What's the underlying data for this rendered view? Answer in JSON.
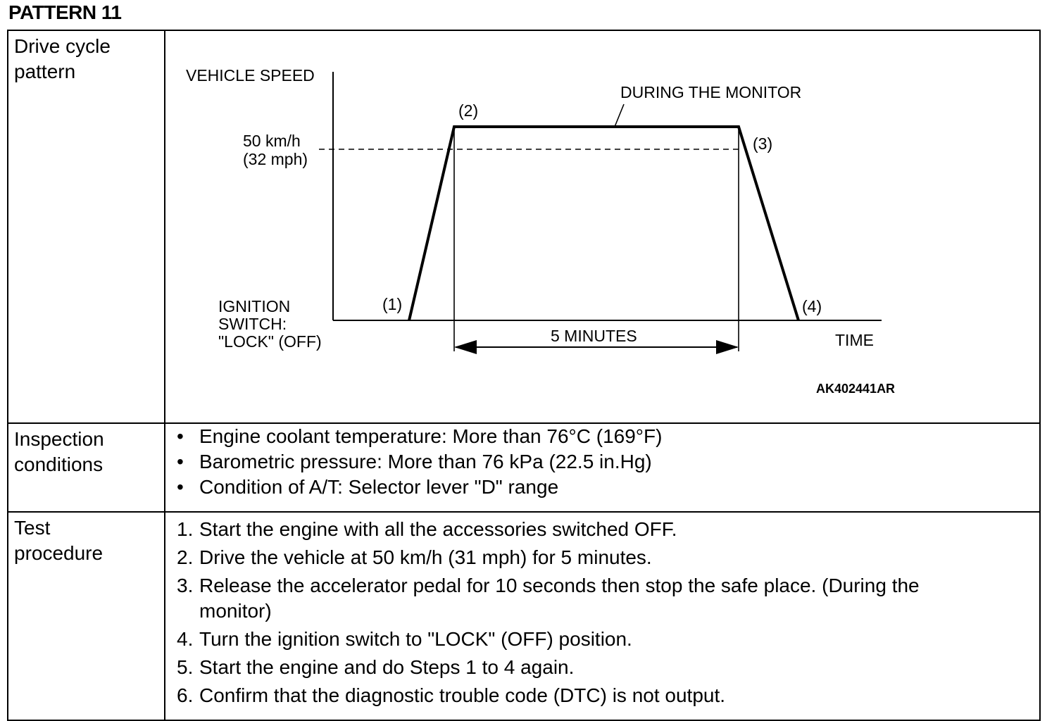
{
  "header": {
    "title": "PATTERN 11"
  },
  "rows": {
    "diagram": {
      "label": "Drive cycle\npattern"
    },
    "conditions": {
      "label": "Inspection\nconditions",
      "items": [
        "Engine coolant temperature: More than 76°C (169°F)",
        "Barometric pressure: More than 76 kPa (22.5 in.Hg)",
        "Condition of A/T: Selector lever \"D\" range"
      ]
    },
    "procedure": {
      "label": "Test\nprocedure",
      "steps": [
        {
          "num": "1.",
          "text": "Start the engine with all the accessories switched OFF."
        },
        {
          "num": "2.",
          "text": "Drive the vehicle at 50 km/h (31 mph) for 5 minutes."
        },
        {
          "num": "3.",
          "text": "Release the accelerator pedal for 10 seconds then stop the safe place. (During the monitor)"
        },
        {
          "num": "4.",
          "text": "Turn the ignition switch to \"LOCK\" (OFF) position."
        },
        {
          "num": "5.",
          "text": "Start the engine and do Steps 1 to 4 again."
        },
        {
          "num": "6.",
          "text": "Confirm that the diagnostic trouble code (DTC) is not output."
        }
      ]
    }
  },
  "chart_data": {
    "type": "line",
    "ylabel": "VEHICLE SPEED",
    "xlabel": "TIME",
    "speed_label_1": "50 km/h",
    "speed_label_2": "(32 mph)",
    "ignition_label": [
      "IGNITION",
      "SWITCH:",
      "\"LOCK\" (OFF)"
    ],
    "points": [
      {
        "label": "(1)"
      },
      {
        "label": "(2)"
      },
      {
        "label": "(3)"
      },
      {
        "label": "(4)"
      }
    ],
    "annotation": "DURING THE MONITOR",
    "duration": "5 MINUTES",
    "figure_code": "AK402441AR"
  }
}
